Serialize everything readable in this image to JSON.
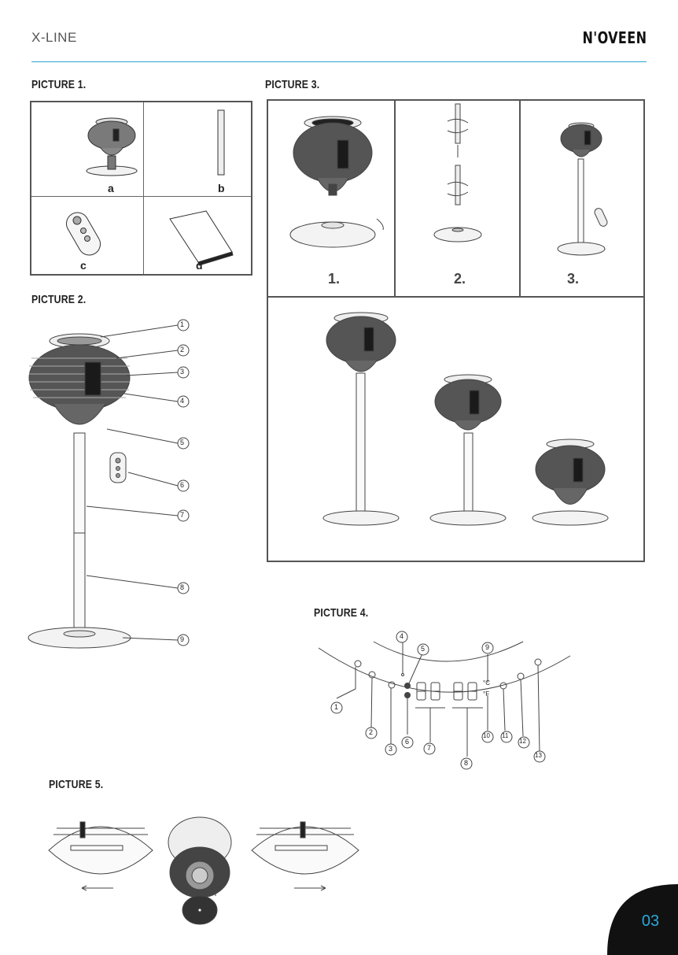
{
  "header": {
    "left": "X-LINE",
    "brand": "N'OVEEN"
  },
  "picture1": {
    "caption": "PICTURE 1.",
    "labels": [
      "a",
      "b",
      "c",
      "d"
    ]
  },
  "picture2": {
    "caption": "PICTURE 2.",
    "callouts": [
      "1",
      "2",
      "3",
      "4",
      "5",
      "6",
      "7",
      "8",
      "9"
    ]
  },
  "picture3": {
    "caption": "PICTURE 3.",
    "steps": [
      "1.",
      "2.",
      "3."
    ]
  },
  "picture4": {
    "caption": "PICTURE 4.",
    "callouts": [
      "1",
      "2",
      "3",
      "4",
      "5",
      "6",
      "7",
      "8",
      "9",
      "10",
      "11",
      "12",
      "13"
    ],
    "units": [
      "°C",
      "°F"
    ]
  },
  "picture5": {
    "caption": "PICTURE 5."
  },
  "page": {
    "number": "03"
  },
  "colors": {
    "accent": "#29a7d4",
    "line": "#555555",
    "page_tab": "#111111"
  }
}
